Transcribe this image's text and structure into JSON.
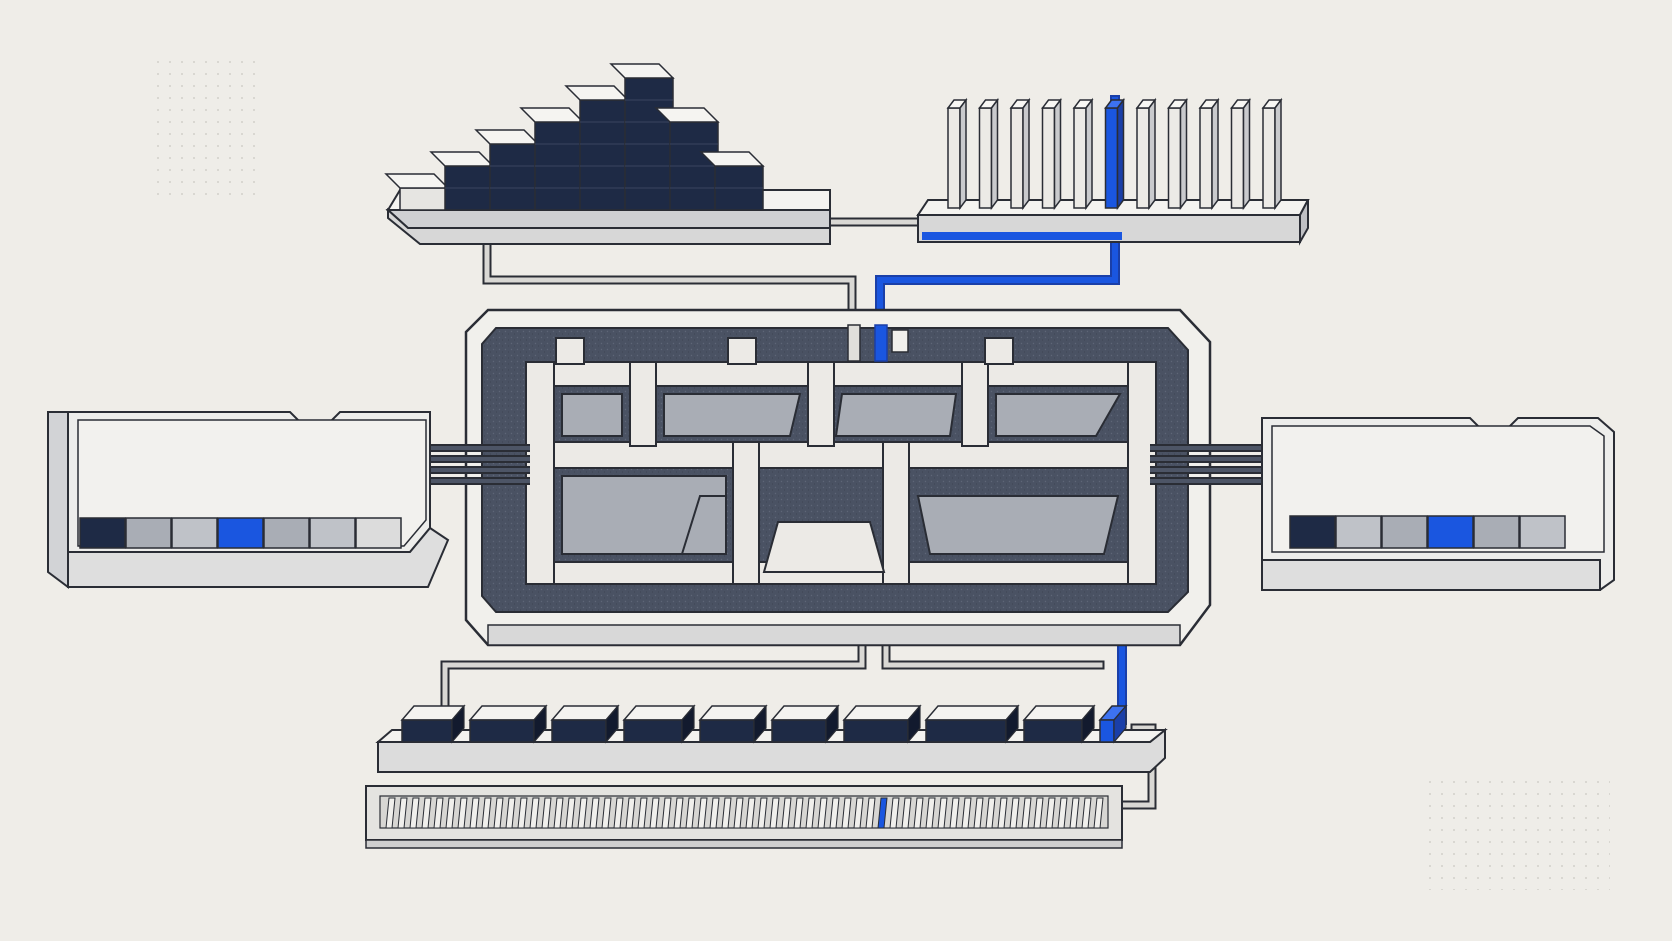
{
  "illustration": {
    "subject": "isometric-machine",
    "colors": {
      "background": "#efede8",
      "light_face": "#e9e8e5",
      "top_face": "#f7f6f3",
      "side_face": "#cfd0d3",
      "mid_gray": "#a9adb5",
      "dark_gray": "#7d828d",
      "navy": "#1e2a45",
      "slate": "#4d5566",
      "accent_blue": "#1a56e0",
      "outline": "#2a2d35"
    },
    "left_tray": {
      "cells": [
        "navy",
        "gray-mid",
        "gray-light",
        "blue",
        "gray-mid",
        "gray-light",
        "gray-pale"
      ]
    },
    "right_tray": {
      "cells": [
        "navy",
        "gray-light",
        "gray-mid",
        "blue",
        "gray-mid",
        "gray-light"
      ]
    },
    "bar_steps": {
      "levels": [
        1,
        2,
        3,
        4,
        5,
        6,
        4,
        2
      ]
    },
    "comb": {
      "tooth_count": 11,
      "highlighted_tooth": 6
    },
    "blocks_row": {
      "block_count": 10,
      "highlighted_block": 10
    },
    "rail": {
      "slat_count": 60,
      "highlighted_slat": 42
    },
    "icons": [
      "tray-icon",
      "pipe-icon",
      "chip-icon",
      "comb-icon",
      "bar-chart-icon",
      "rail-icon"
    ]
  }
}
